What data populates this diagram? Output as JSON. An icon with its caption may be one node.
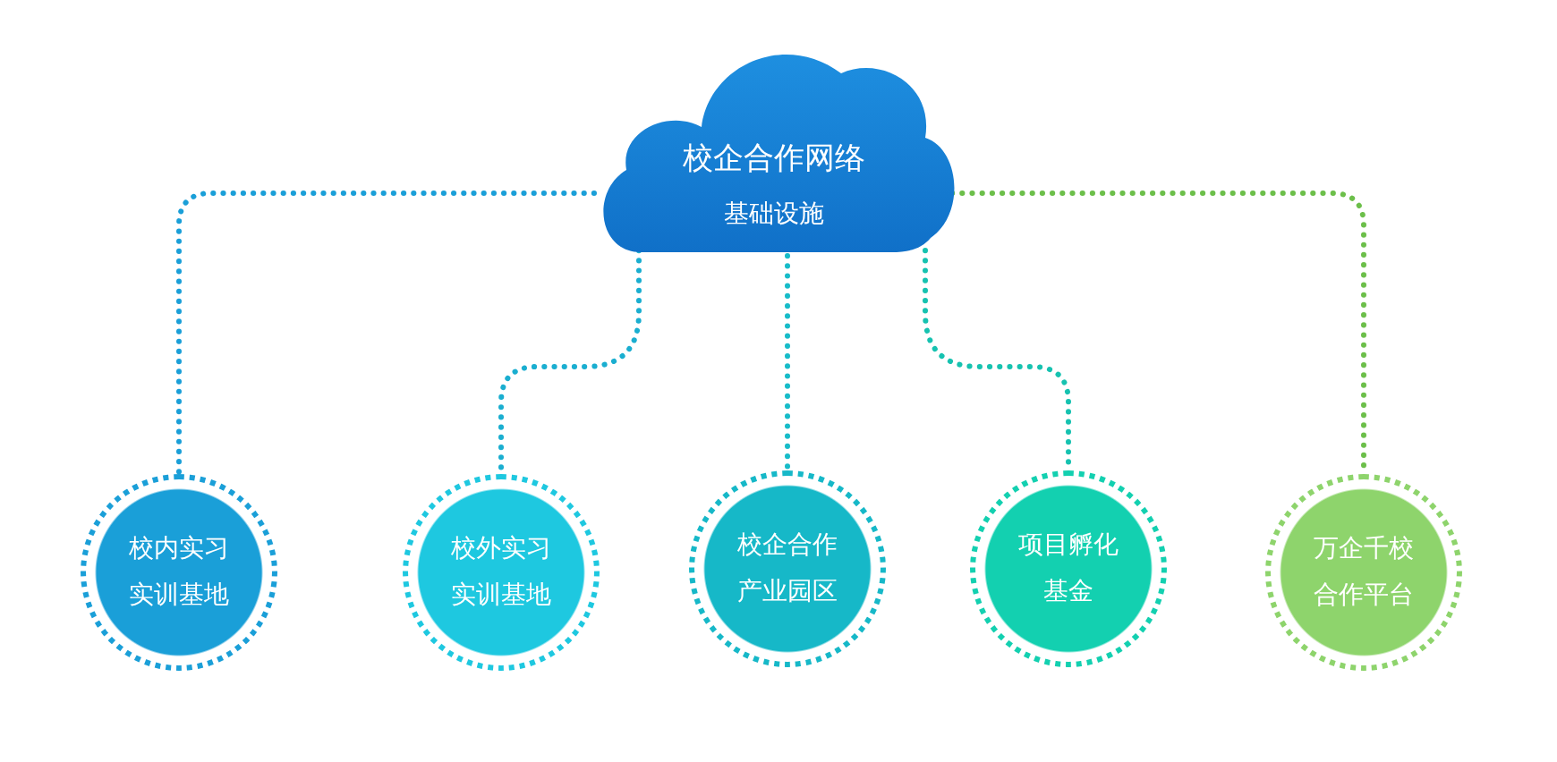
{
  "diagram": {
    "nodes": [
      {
        "text": [
          "校企合作网络",
          "基础设施"
        ]
      },
      {
        "text": [
          "校内实习实训基地"
        ]
      },
      {
        "text": [
          "校外实习实训基地"
        ]
      },
      {
        "text": [
          "校企合作产业园区"
        ]
      },
      {
        "text": [
          "项目孵化基金"
        ]
      },
      {
        "text": [
          "万企千校合作平台"
        ]
      }
    ],
    "edges": [
      {
        "from": 0,
        "to": 1,
        "arrow": "none",
        "color": "#1a9fd8"
      },
      {
        "from": 0,
        "to": 2,
        "arrow": "none",
        "color": "#1aaed0"
      },
      {
        "from": 0,
        "to": 3,
        "arrow": "none",
        "color": "#17bcc8"
      },
      {
        "from": 0,
        "to": 4,
        "arrow": "none",
        "color": "#16c2b0"
      },
      {
        "from": 0,
        "to": 5,
        "arrow": "none",
        "color": "#6cbf4a"
      }
    ]
  }
}
